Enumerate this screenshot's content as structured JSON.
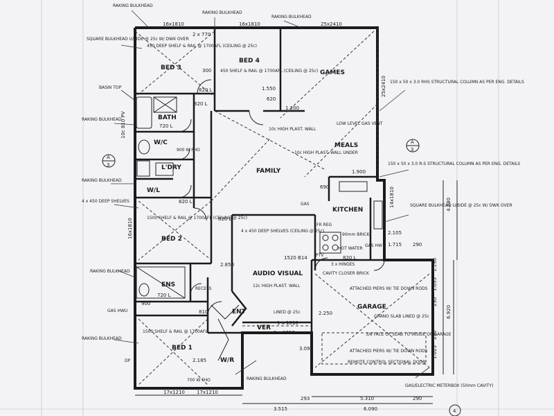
{
  "rooms": {
    "bed3": "BED 3",
    "bed4": "BED 4",
    "games": "GAMES",
    "bath": "BATH",
    "wc": "W/C",
    "ldry": "L'DRY",
    "wil": "W/L",
    "family": "FAMILY",
    "meals": "MEALS",
    "kitchen": "KITCHEN",
    "bed2": "BED 2",
    "ens": "ENS",
    "audio_visual": "AUDIO VISUAL",
    "ent": "ENT",
    "ver": "VER",
    "bed1": "BED 1",
    "wr": "W/R",
    "garage": "GARAGE"
  },
  "notes": {
    "raking_bulkhead": "RAKING BULKHEAD",
    "square_bulkhead_left": "SQUARE BULKHEAD U/SIDE @ 25c W/ DWK OVER",
    "bed3_shelf": "450 DEEP SHELF & RAIL @ 1700AFL (CEILING @ 25c)",
    "bed4_shelf": "450 SHELF & RAIL @ 1700AFL (CEILING @ 25c)",
    "basin_top": "BASIN TOP",
    "shelves_left": "4 x 450 DEEP SHELVES",
    "bed2_shelf": "1500 SHELF & RAIL @ 1700AFL (CEILING @ 25c)",
    "gas_hwu": "GAS HWU",
    "bed1_shelf": "1500 SHELF & RAIL @ 1700AFL",
    "column_top": "150 x 50 x 3.0 RHS STRUCTURAL COLUMN AS PER ENG. DETAILS",
    "low_level_gas": "LOW LEVEL GAS VENT",
    "plast_wall_10c": "10c HIGH PLAST. WALL",
    "plast_wall_under": "10c HIGH PLAST. WALL UNDER",
    "column_mid": "150 x 50 x 3.0 R-S STRUCTURAL COLUMN AS PER ENG. DETAILS",
    "square_bulkhead_right": "SQUARE BULKHEAD U/SIDE @ 25c W/ DWK OVER",
    "gas": "GAS",
    "av_shelves": "4 x 450 DEEP SHELVES (CEILING @ 25c)",
    "av_plast_wall": "12c HIGH PLAST. WALL",
    "bricks_90mm": "90mm BRICK",
    "fr_reg": "FR REG",
    "ptv": "PTV",
    "hot_water": "HOT WATER",
    "gas_hw": "GAS HW",
    "hinges": "3 x HINGES",
    "cavity_closer": "CAVITY CLOSER BRICK",
    "attached_piers_top": "ATTACHED PIERS W/ TIE DOWN RODS",
    "grano_slab": "GRANO SLAB LINED @ 25c",
    "garage_face": "3/8 FACE OF SLAB TO INSIDE OF GARAGE",
    "attached_piers_bottom": "ATTACHED PIERS W/ TIE DOWN RODS",
    "remote_control": "REMOTE CONTROL SECTIONAL DOOR",
    "lined_25c": "LINED @ 25c",
    "gas_meter": "GAS/ELECTRIC METERBOX (50mm CAVITY)",
    "fho_900": "900 W FHO",
    "fho_700": "700 W FHO",
    "recess": "RECESS",
    "dp": "DP"
  },
  "dims": {
    "d16x1810_a": "16x1810",
    "d16x1810_b": "16x1810",
    "d25x2410": "25x2410",
    "d2x770": "2 x 770",
    "d300": "300",
    "d1550": "1.550",
    "d620": "620",
    "d820_bed3": "820 L",
    "d820_bath": "820 L",
    "d720": "720 L",
    "d1200": "1.200",
    "d1900": "1.900",
    "d690": "690",
    "d2105": "2.105",
    "d1715": "1.715",
    "d290a": "290",
    "d820_kit": "820 L",
    "d820_bed2": "820 L",
    "d820_fam": "820 L",
    "d720_ens": "720 L",
    "d900": "900",
    "d810": "810",
    "d1520": "1520 B14",
    "d2250": "2.250",
    "d2850": "2.850",
    "d1x1810": "1 x 1810",
    "d2x1810": "1 x 1810",
    "d3095": "3.095",
    "d17x1210_a": "17x1210",
    "d17x1210_b": "17x1210",
    "d2185": "2.185",
    "d293": "293",
    "d5310": "5.310",
    "d290b": "290",
    "d3515": "3.515",
    "d6090": "6.090",
    "r1190": "1.190",
    "r4280": "4.280",
    "r1035": "1.035",
    "r230": "230",
    "r6920": "6.920",
    "r250": "250",
    "r1025": "1.025",
    "v25x2410": "25x2410",
    "v14x1810": "14x1810",
    "v16x1810": "16x1810",
    "v10x810": "10c 810 PV",
    "sheet_no": "4",
    "grid_a": "A",
    "grid_3": "3"
  }
}
